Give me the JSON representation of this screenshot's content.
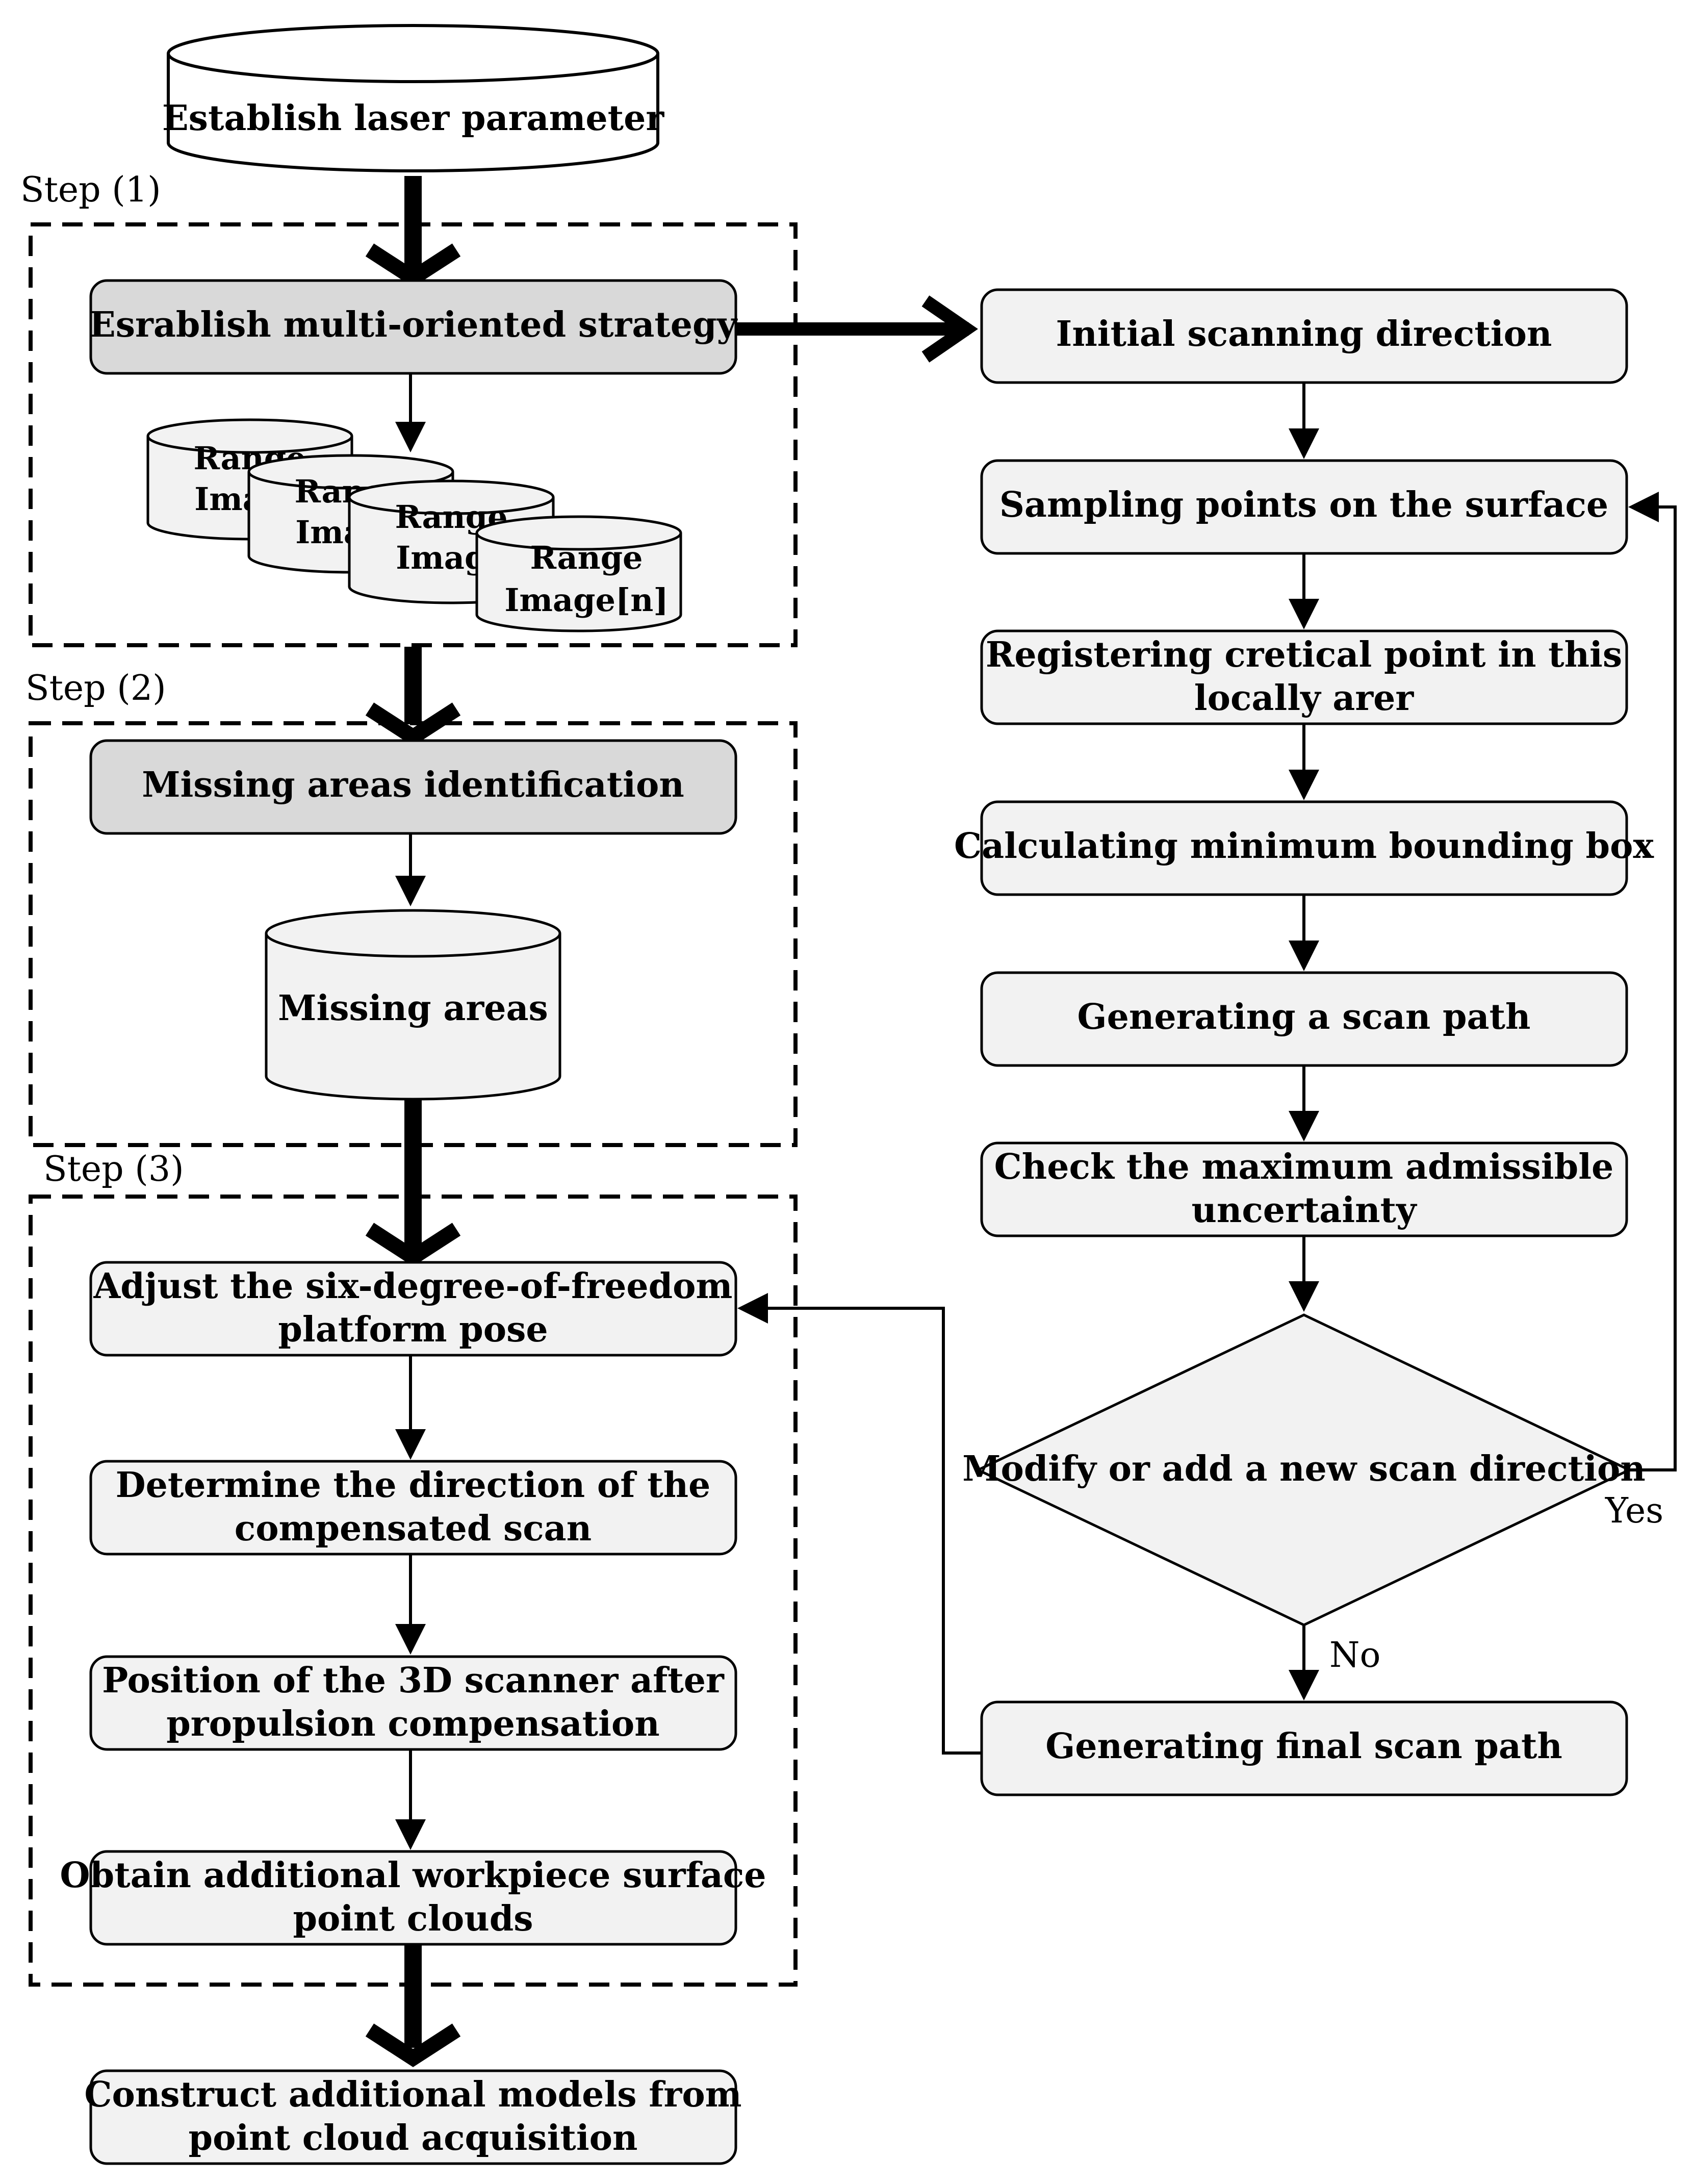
{
  "steps": {
    "step1": "Step (1)",
    "step2": "Step (2)",
    "step3": "Step (3)"
  },
  "start": {
    "label": "Establish laser parameter"
  },
  "left": {
    "multi_oriented": "Esrablish multi-oriented strategy",
    "range_images": [
      {
        "line1": "Range",
        "line2": "Image"
      },
      {
        "line1": "Range",
        "line2": "Image"
      },
      {
        "line1": "Range",
        "line2": "Image"
      },
      {
        "line1": "Range",
        "line2": "Image[n]"
      }
    ],
    "missing_identification": "Missing areas identification",
    "missing_areas": "Missing areas",
    "adjust": {
      "line1": "Adjust the six-degree-of-freedom",
      "line2": "platform pose"
    },
    "determine": {
      "line1": "Determine the direction of the",
      "line2": "compensated scan"
    },
    "position": {
      "line1": "Position of the 3D scanner after",
      "line2": "propulsion compensation"
    },
    "obtain": {
      "line1": "Obtain additional workpiece surface",
      "line2": "point clouds"
    },
    "construct": {
      "line1": "Construct additional models from",
      "line2": "point cloud acquisition"
    }
  },
  "right": {
    "initial": "Initial scanning direction",
    "sampling": "Sampling points on the surface",
    "registering": {
      "line1": "Registering cretical point in this",
      "line2": "locally arer"
    },
    "bounding": "Calculating minimum bounding box",
    "scan_path": "Generating a scan path",
    "check": {
      "line1": "Check the maximum admissible",
      "line2": "uncertainty"
    },
    "decision": "Modify or add a new scan direction",
    "yes": "Yes",
    "no": "No",
    "final": "Generating final scan path"
  },
  "colors": {
    "box_dark": "#d9d9d9",
    "box_light": "#f2f2f2",
    "stroke": "#000000"
  }
}
